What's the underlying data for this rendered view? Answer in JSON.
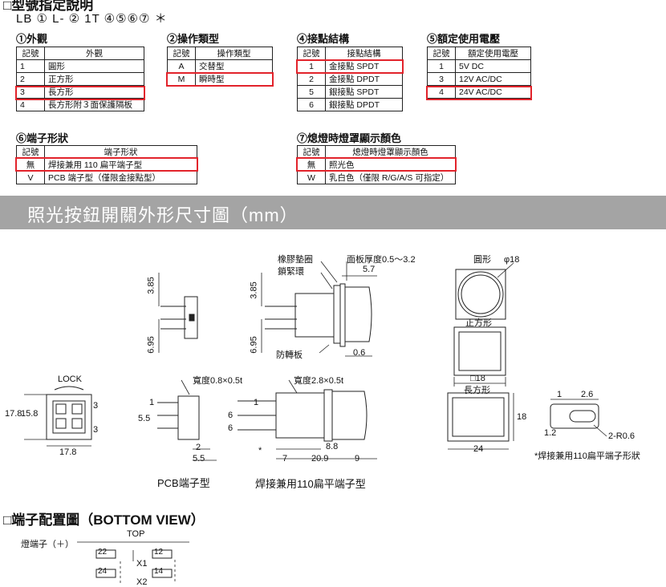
{
  "header": {
    "section_title": "□型號指定說明",
    "model_code": "LB ① L- ② 1T ④⑤⑥⑦ ＊"
  },
  "tables": {
    "appearance": {
      "title": "①外觀",
      "headers": [
        "記號",
        "外觀"
      ],
      "rows": [
        [
          "1",
          "圓形"
        ],
        [
          "2",
          "正方形"
        ],
        [
          "3",
          "長方形"
        ],
        [
          "4",
          "長方形附３面保護隔板"
        ]
      ]
    },
    "operation": {
      "title": "②操作類型",
      "headers": [
        "記號",
        "操作類型"
      ],
      "rows": [
        [
          "A",
          "交替型"
        ],
        [
          "M",
          "瞬時型"
        ]
      ]
    },
    "contact": {
      "title": "④接點結構",
      "headers": [
        "記號",
        "接點結構"
      ],
      "rows": [
        [
          "1",
          "金接點 SPDT"
        ],
        [
          "2",
          "金接點 DPDT"
        ],
        [
          "5",
          "銀接點 SPDT"
        ],
        [
          "6",
          "銀接點 DPDT"
        ]
      ]
    },
    "voltage": {
      "title": "⑤額定使用電壓",
      "headers": [
        "記號",
        "額定使用電壓"
      ],
      "rows": [
        [
          "1",
          "5V DC"
        ],
        [
          "3",
          "12V AC/DC"
        ],
        [
          "4",
          "24V AC/DC"
        ]
      ]
    },
    "terminal": {
      "title": "⑥端子形狀",
      "headers": [
        "記號",
        "端子形狀"
      ],
      "rows": [
        [
          "無",
          "焊接兼用 110 扁平端子型"
        ],
        [
          "V",
          "PCB 端子型（僅限金接點型）"
        ]
      ]
    },
    "lamp": {
      "title": "⑦熄燈時燈罩顯示顏色",
      "headers": [
        "記號",
        "熄燈時燈罩顯示顏色"
      ],
      "rows": [
        [
          "無",
          "照光色"
        ],
        [
          "W",
          "乳白色（僅限 R/G/A/S 可指定）"
        ]
      ]
    }
  },
  "dimension_band": {
    "title": "照光按鈕開關外形尺寸圖（mm）"
  },
  "drawing": {
    "labels": {
      "rubber_ring": "橡膠墊圈",
      "lock_ring": "鎖緊環",
      "panel_thickness": "面板厚度0.5～3.2",
      "anti_rotation": "防轉板",
      "round": "圓形",
      "phi18": "φ18",
      "square": "正方形",
      "square18": "□18",
      "rectangle": "長方形",
      "lock": "LOCK",
      "width_08": "寬度0.8×0.5t",
      "width_28": "寬度2.8×0.5t",
      "pcb_type": "PCB端子型",
      "solder_type": "焊接兼用110扁平端子型",
      "note_solder": "*焊接兼用110扁平端子形狀",
      "r06": "2-R0.6"
    },
    "dims": {
      "d385a": "3.85",
      "d695a": "6.95",
      "d385b": "3.85",
      "d695b": "6.95",
      "d57": "5.7",
      "d06": "0.6",
      "d178v": "17.8",
      "d158": "15.8",
      "d3a": "3",
      "d3b": "3",
      "d178h": "17.8",
      "d1a": "1",
      "d55v": "5.5",
      "d2": "2",
      "d55h": "5.5",
      "d1b": "1",
      "d6a": "6",
      "d6b": "6",
      "d88": "8.8",
      "d7": "7",
      "d209": "20.9",
      "d9": "9",
      "d18": "18",
      "d24": "24",
      "d1c": "1",
      "d26": "2.6",
      "d12": "1.2",
      "star": "*"
    }
  },
  "terminal_section": {
    "title": "□端子配置圖（BOTTOM VIEW）",
    "top_label": "TOP",
    "lamp_terminal": "燈端子（＋）",
    "terminals": [
      "22",
      "12",
      "24",
      "14"
    ],
    "x1": "X1",
    "x2": "X2"
  }
}
